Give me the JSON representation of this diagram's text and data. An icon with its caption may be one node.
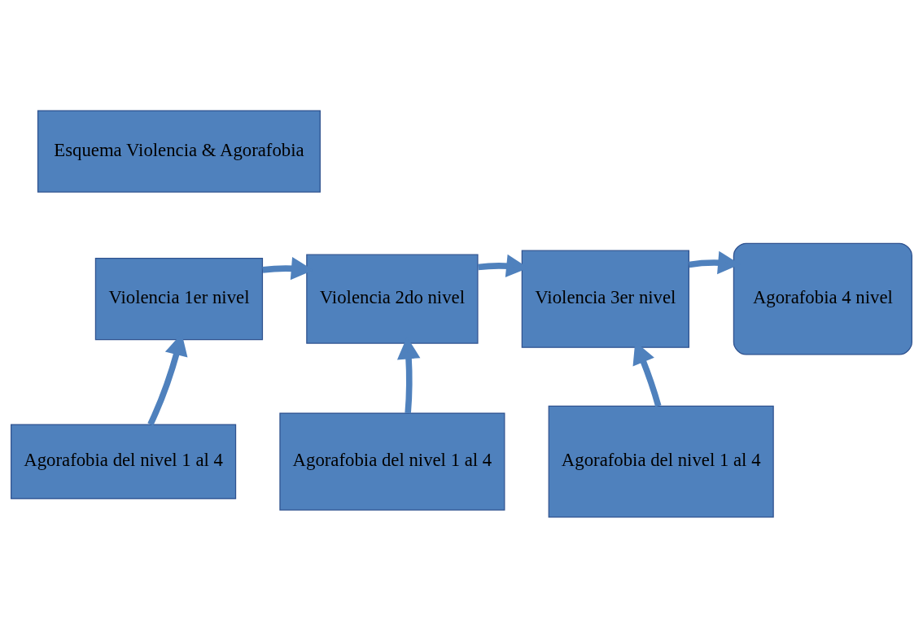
{
  "diagram": {
    "nodes": [
      {
        "text": [
          "Esquema Violencia & Agorafobia"
        ]
      },
      {
        "text": [
          "Violencia 1er nivel"
        ]
      },
      {
        "text": [
          "Violencia 2do nivel"
        ]
      },
      {
        "text": [
          "Violencia 3er nivel"
        ]
      },
      {
        "text": [
          "Agorafobia 4 nivel"
        ]
      },
      {
        "text": [
          "Agorafobia del nivel 1 al 4"
        ]
      },
      {
        "text": [
          "Agorafobia del nivel 1 al 4"
        ]
      },
      {
        "text": [
          "Agorafobia del nivel 1 al 4"
        ]
      }
    ],
    "edges": [
      {
        "from": 1,
        "to": 2,
        "arrow": "to"
      },
      {
        "from": 2,
        "to": 3,
        "arrow": "to"
      },
      {
        "from": 3,
        "to": 4,
        "arrow": "to"
      },
      {
        "from": 5,
        "to": 1,
        "arrow": "to"
      },
      {
        "from": 6,
        "to": 2,
        "arrow": "to"
      },
      {
        "from": 7,
        "to": 3,
        "arrow": "to"
      }
    ]
  }
}
